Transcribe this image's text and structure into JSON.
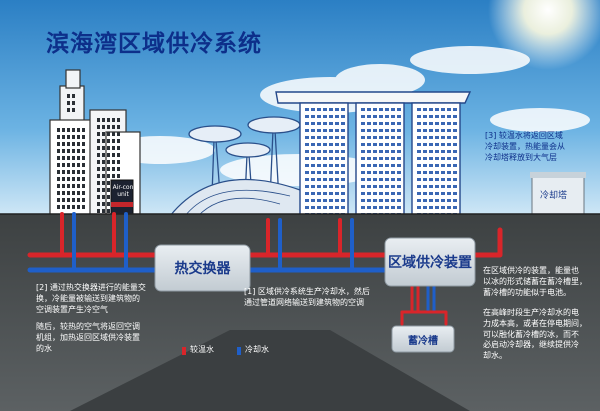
{
  "title": "滨海湾区域供冷系统",
  "labels": {
    "heat_exchanger": "热交换器",
    "district_cooling_plant": "区域供冷装置",
    "storage_tank": "蓄冷槽",
    "cooling_tower": "冷却塔",
    "aircon_unit": "Air-con\nunit"
  },
  "notes": {
    "note1": "[1] 区域供冷系统生产冷却水，然后\n通过管道网络输送到建筑物的空调",
    "note2": "[2] 通过热交换器进行的能量交\n换，冷能量被输送到建筑物的\n空调装置产生冷空气",
    "note2b": "随后，较热的空气将返回空调\n机组，加热返回区域供冷装置\n的水",
    "note3": "[3] 较温水将返回区域\n冷却装置，热能量会从\n冷却塔释放到大气层",
    "right1": "在区域供冷的装置，能量也\n以冰的形式储蓄在蓄冷槽里，\n蓄冷槽的功能似于电池。",
    "right2": "在高峰时段生产冷却水的电\n力成本高，或者在停电期间，\n可以融化蓄冷槽的冰，而不\n必启动冷却器，继续提供冷\n却水。"
  },
  "legend": {
    "warm": "较温水",
    "cold": "冷却水"
  },
  "colors": {
    "warm_pipe": "#d9252a",
    "cold_pipe": "#1f5fc9",
    "ground": "#4f5354",
    "sky": "#2f86c9"
  }
}
